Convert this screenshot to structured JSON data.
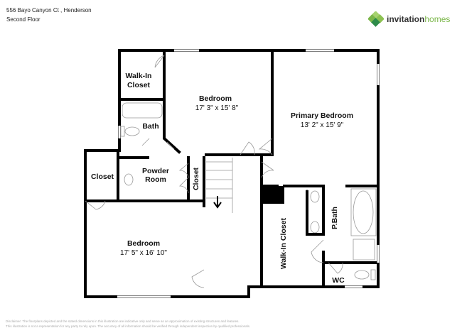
{
  "header": {
    "address": "556 Bayo Canyon Ct , Henderson",
    "floor": "Second Floor"
  },
  "logo": {
    "word1": "invitation",
    "word2": "homes",
    "brand_color": "#7ab648"
  },
  "rooms": {
    "walkin_closet_1": {
      "line1": "Walk-In",
      "line2": "Closet"
    },
    "bedroom_upper": {
      "name": "Bedroom",
      "dims": "17' 3\" x 15' 8\""
    },
    "primary_bedroom": {
      "name": "Primary Bedroom",
      "dims": "13' 2\" x 15' 9\""
    },
    "bath": {
      "name": "Bath"
    },
    "closet_left": {
      "name": "Closet"
    },
    "powder_room": {
      "line1": "Powder",
      "line2": "Room"
    },
    "closet_mid": {
      "name": "Closet"
    },
    "bedroom_lower": {
      "name": "Bedroom",
      "dims": "17' 5\" x 16' 10\""
    },
    "walkin_closet_2": {
      "name": "Walk-In Closet"
    },
    "pbath": {
      "name": "P.Bath"
    },
    "wc": {
      "name": "WC"
    }
  },
  "disclaimer": {
    "line1": "Disclaimer: The floorplans depicted and the stated dimensions in this illustration are indicative only and serve as an approximation of existing structures and features.",
    "line2": "This illustration is not a representation for any party to rely upon. The accuracy of all information should be verified through independent inspection by qualified professionals."
  }
}
